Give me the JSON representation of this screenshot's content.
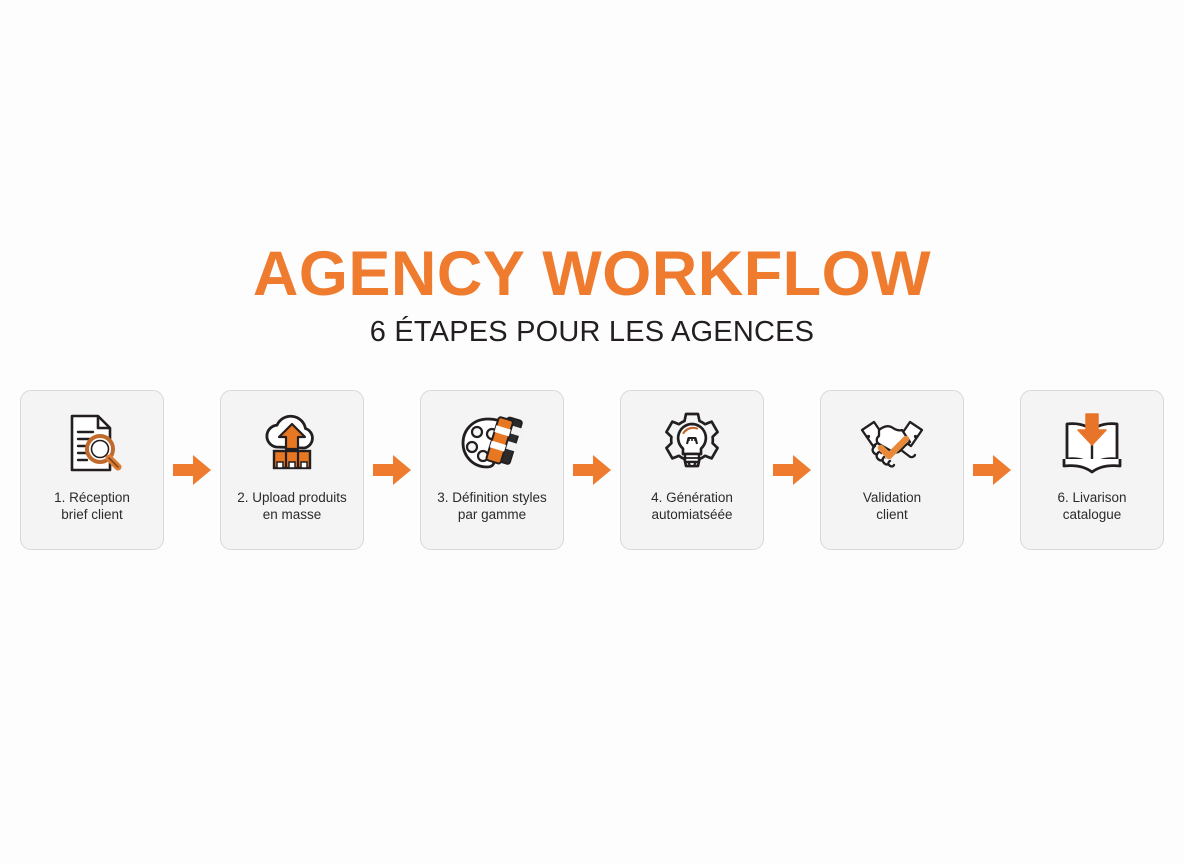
{
  "header": {
    "title": "AGENCY WORKFLOW",
    "subtitle": "6 ÉTAPES POUR LES AGENCES",
    "title_color": "#ee7b2e",
    "subtitle_color": "#231f20"
  },
  "theme": {
    "background": "#fdfdfd",
    "accent": "#ee7b2e",
    "ink": "#231f20",
    "card_background": "#f4f4f4",
    "card_border": "#d8d8d8",
    "label_color": "#2b2b2b"
  },
  "flow": {
    "arrow_icon_name": "arrow-right-icon",
    "arrow_color": "#ee7b2e",
    "steps": [
      {
        "id": "reception-brief-client",
        "icon": "document-magnifier-icon",
        "label": "1. Réception\nbrief client"
      },
      {
        "id": "upload-produits-en-masse",
        "icon": "cloud-upload-boxes-icon",
        "label": "2. Upload produits\nen masse"
      },
      {
        "id": "definition-styles-par-gamme",
        "icon": "palette-swatches-icon",
        "label": "3. Définition styles\npar gamme"
      },
      {
        "id": "generation-automatisee",
        "icon": "gear-lightbulb-icon",
        "label": "4. Génération\nautomiatséée"
      },
      {
        "id": "validation-client",
        "icon": "handshake-check-icon",
        "label": "Validation\nclient"
      },
      {
        "id": "livraison-catalogue",
        "icon": "book-download-icon",
        "label": "6. Livarison\ncatalogue"
      }
    ]
  }
}
